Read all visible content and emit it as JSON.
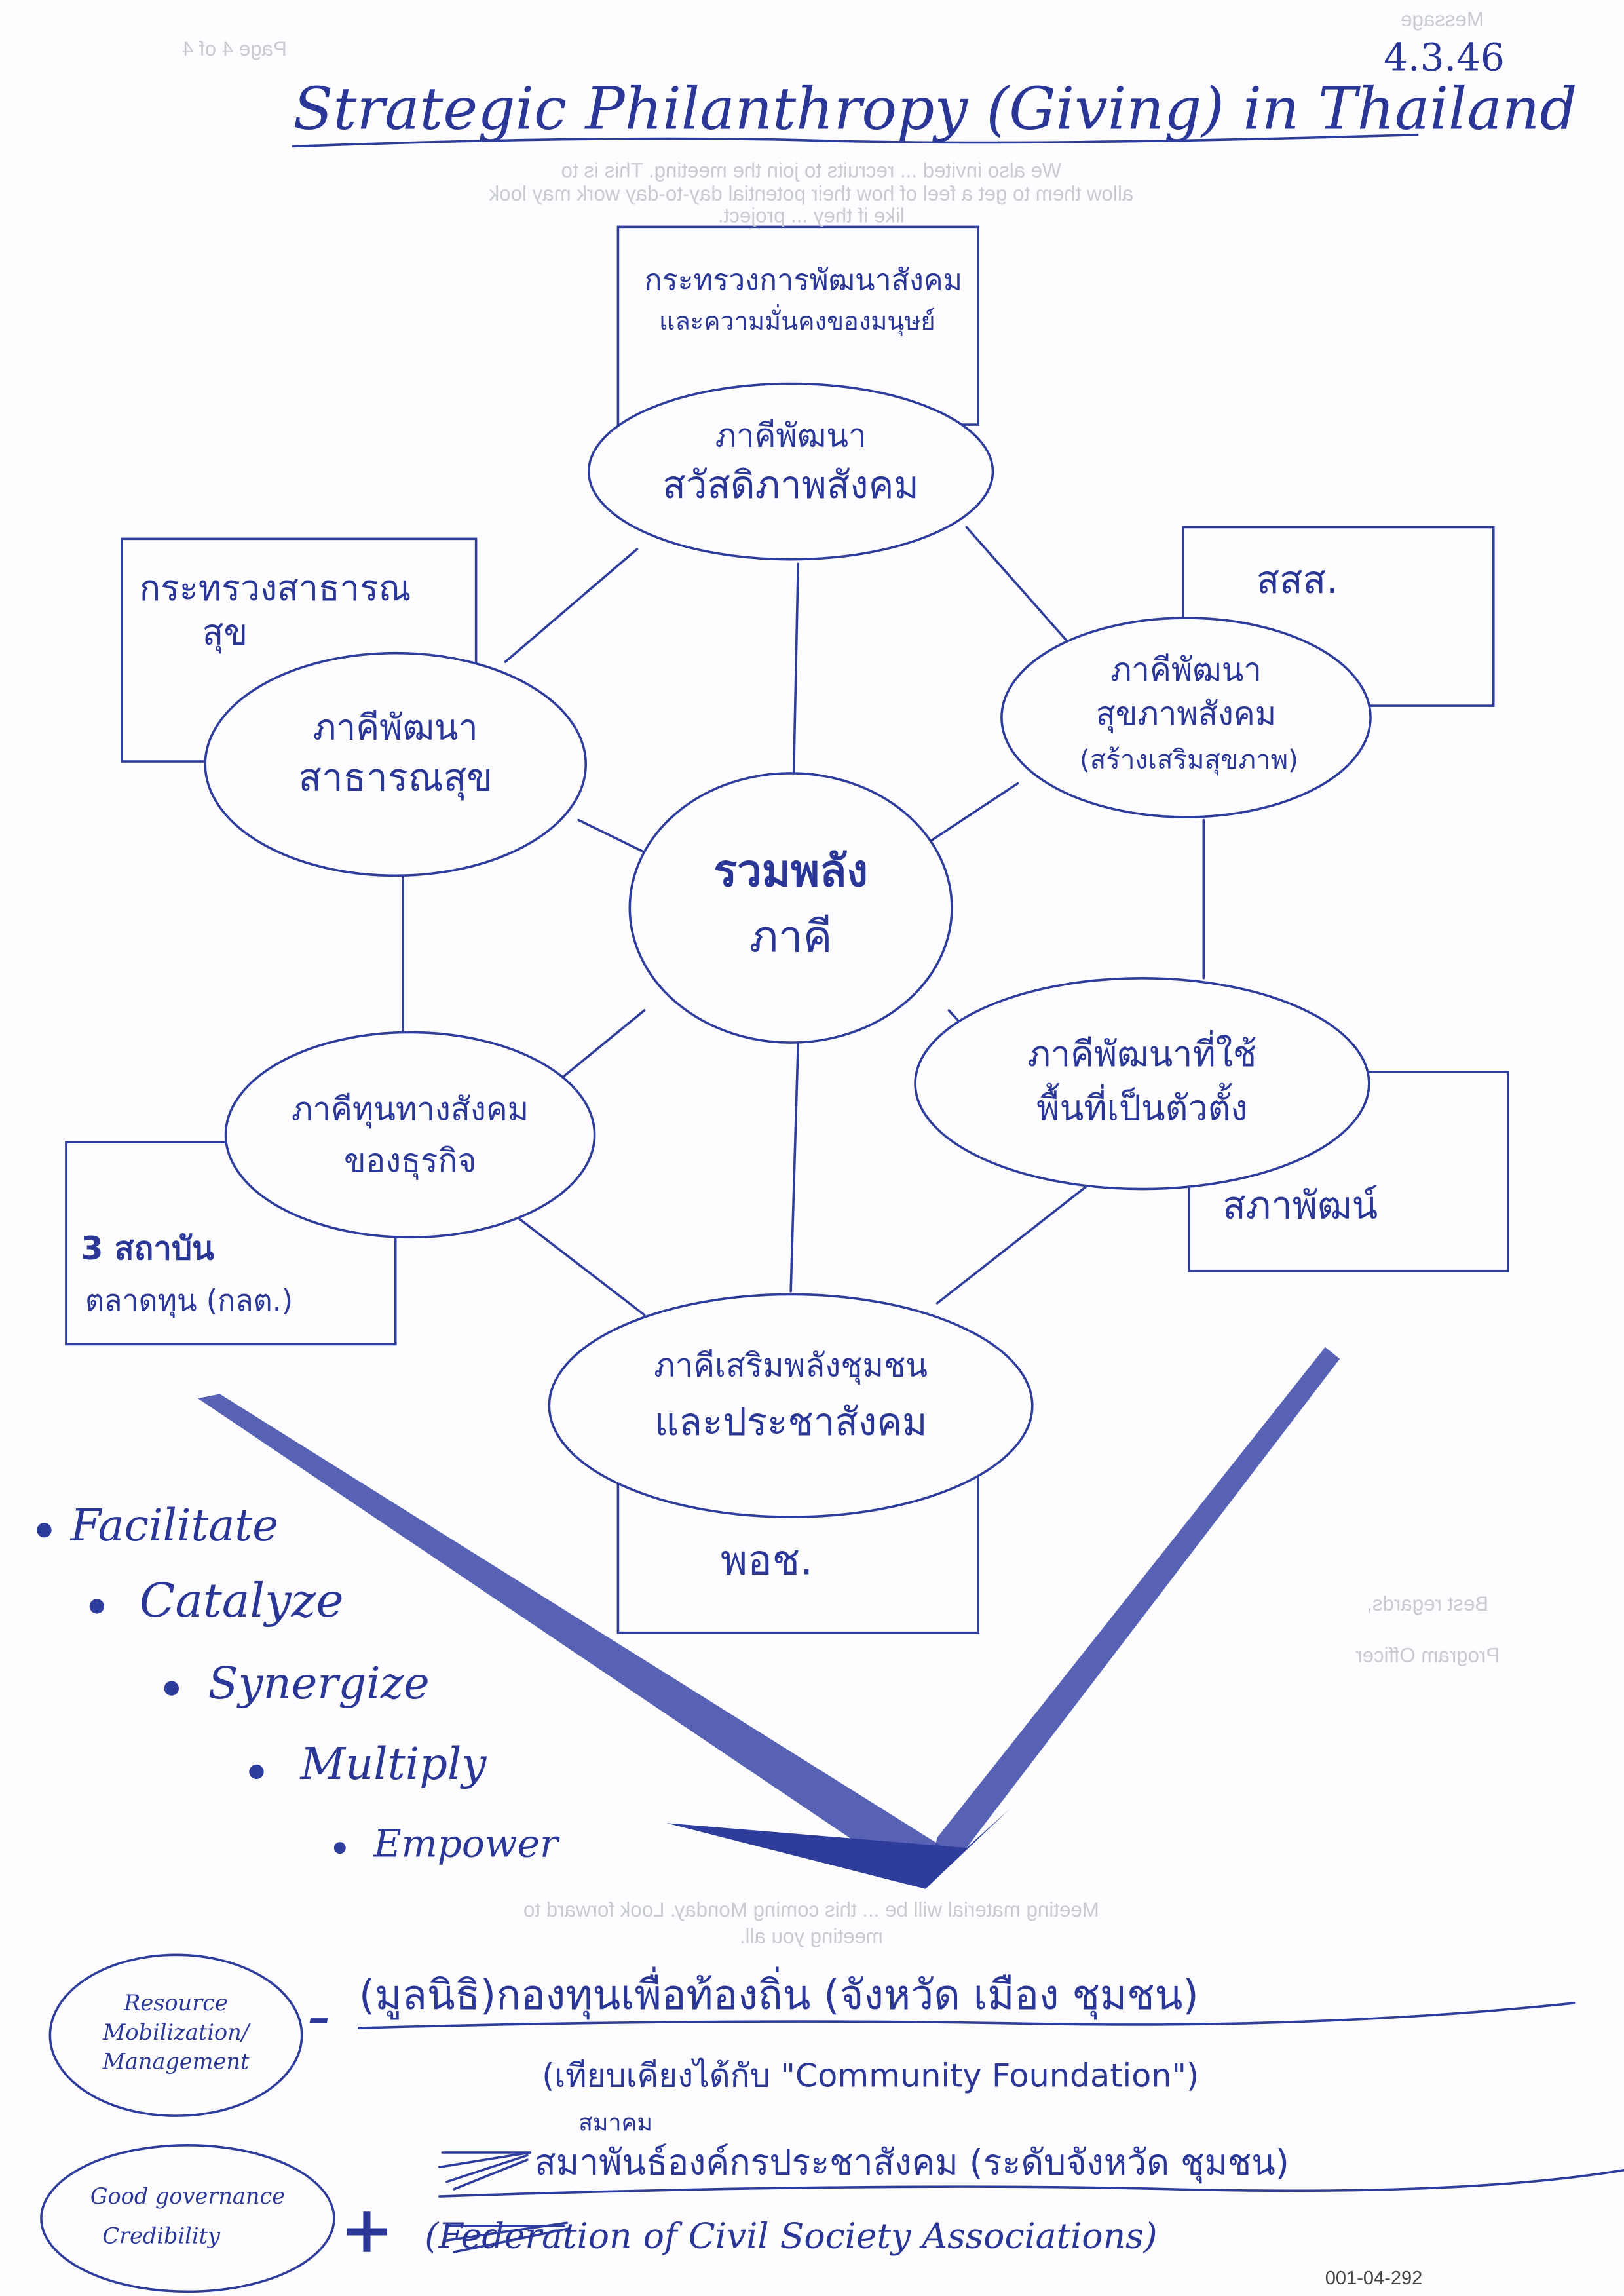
{
  "header": {
    "title": "Strategic Philanthropy (Giving) in Thailand",
    "date": "4.3.46"
  },
  "diagram": {
    "center": {
      "line1": "รวมพลัง",
      "line2": "ภาคี"
    },
    "nodes": [
      {
        "id": "social-welfare",
        "ellipse": [
          "ภาคีพัฒนา",
          "สวัสดิภาพสังคม"
        ],
        "box": [
          "กระทรวงการพัฒนาสังคม",
          "และความมั่นคงของมนุษย์"
        ]
      },
      {
        "id": "public-health",
        "ellipse": [
          "ภาคีพัฒนา",
          "สาธารณสุข"
        ],
        "box": [
          "กระทรวงสาธารณ",
          "สุข"
        ]
      },
      {
        "id": "social-health",
        "ellipse": [
          "ภาคีพัฒนา",
          "สุขภาพสังคม",
          "(สร้างเสริมสุขภาพ)"
        ],
        "box": [
          "สสส."
        ]
      },
      {
        "id": "area-based",
        "ellipse": [
          "ภาคีพัฒนาที่ใช้",
          "พื้นที่เป็นตัวตั้ง"
        ],
        "box": [
          "สภาพัฒน์"
        ]
      },
      {
        "id": "business-capital",
        "ellipse": [
          "ภาคีทุนทางสังคม",
          "ของธุรกิจ"
        ],
        "box": [
          "3 สถาบัน",
          "ตลาดทุน (กลต.)"
        ]
      },
      {
        "id": "community",
        "ellipse": [
          "ภาคีเสริมพลังชุมชน",
          "และประชาสังคม"
        ],
        "box": [
          "พอช."
        ]
      }
    ]
  },
  "bullets": [
    "Facilitate",
    "Catalyze",
    "Synergize",
    "Multiply",
    "Empower"
  ],
  "outcomes": [
    {
      "circle": [
        "Resource",
        "Mobilization/",
        "Management"
      ],
      "connector": "–",
      "line1": "(มูลนิธิ)กองทุนเพื่อท้องถิ่น (จังหวัด เมือง ชุมชน)",
      "line2": "(เทียบเคียงได้กับ \"Community Foundation\")"
    },
    {
      "circle": [
        "Good governance",
        "Credibility"
      ],
      "connector": "+",
      "note_above": "สมาคม",
      "line1": "สมาพันธ์องค์กรประชาสังคม (ระดับจังหวัด ชุมชน)",
      "line2": "(Federation of Civil Society Associations)"
    }
  ],
  "footer": {
    "document_code": "001-04-292"
  },
  "show_through": {
    "page": "Page 4 of 4",
    "message": "Message",
    "para1": [
      "We also invited ... recruits to join the meeting. This is to",
      "allow them to get a feel of how their potential day-to-day work may look",
      "like if they ... project."
    ],
    "para2": [
      "Meeting material will be ... this coming Monday. Look forward to",
      "meeting you all."
    ],
    "regards": "Best regards,",
    "signature": "Program Officer"
  },
  "colors": {
    "ink": "#2e3c9c",
    "paper": "#fdfdff"
  }
}
